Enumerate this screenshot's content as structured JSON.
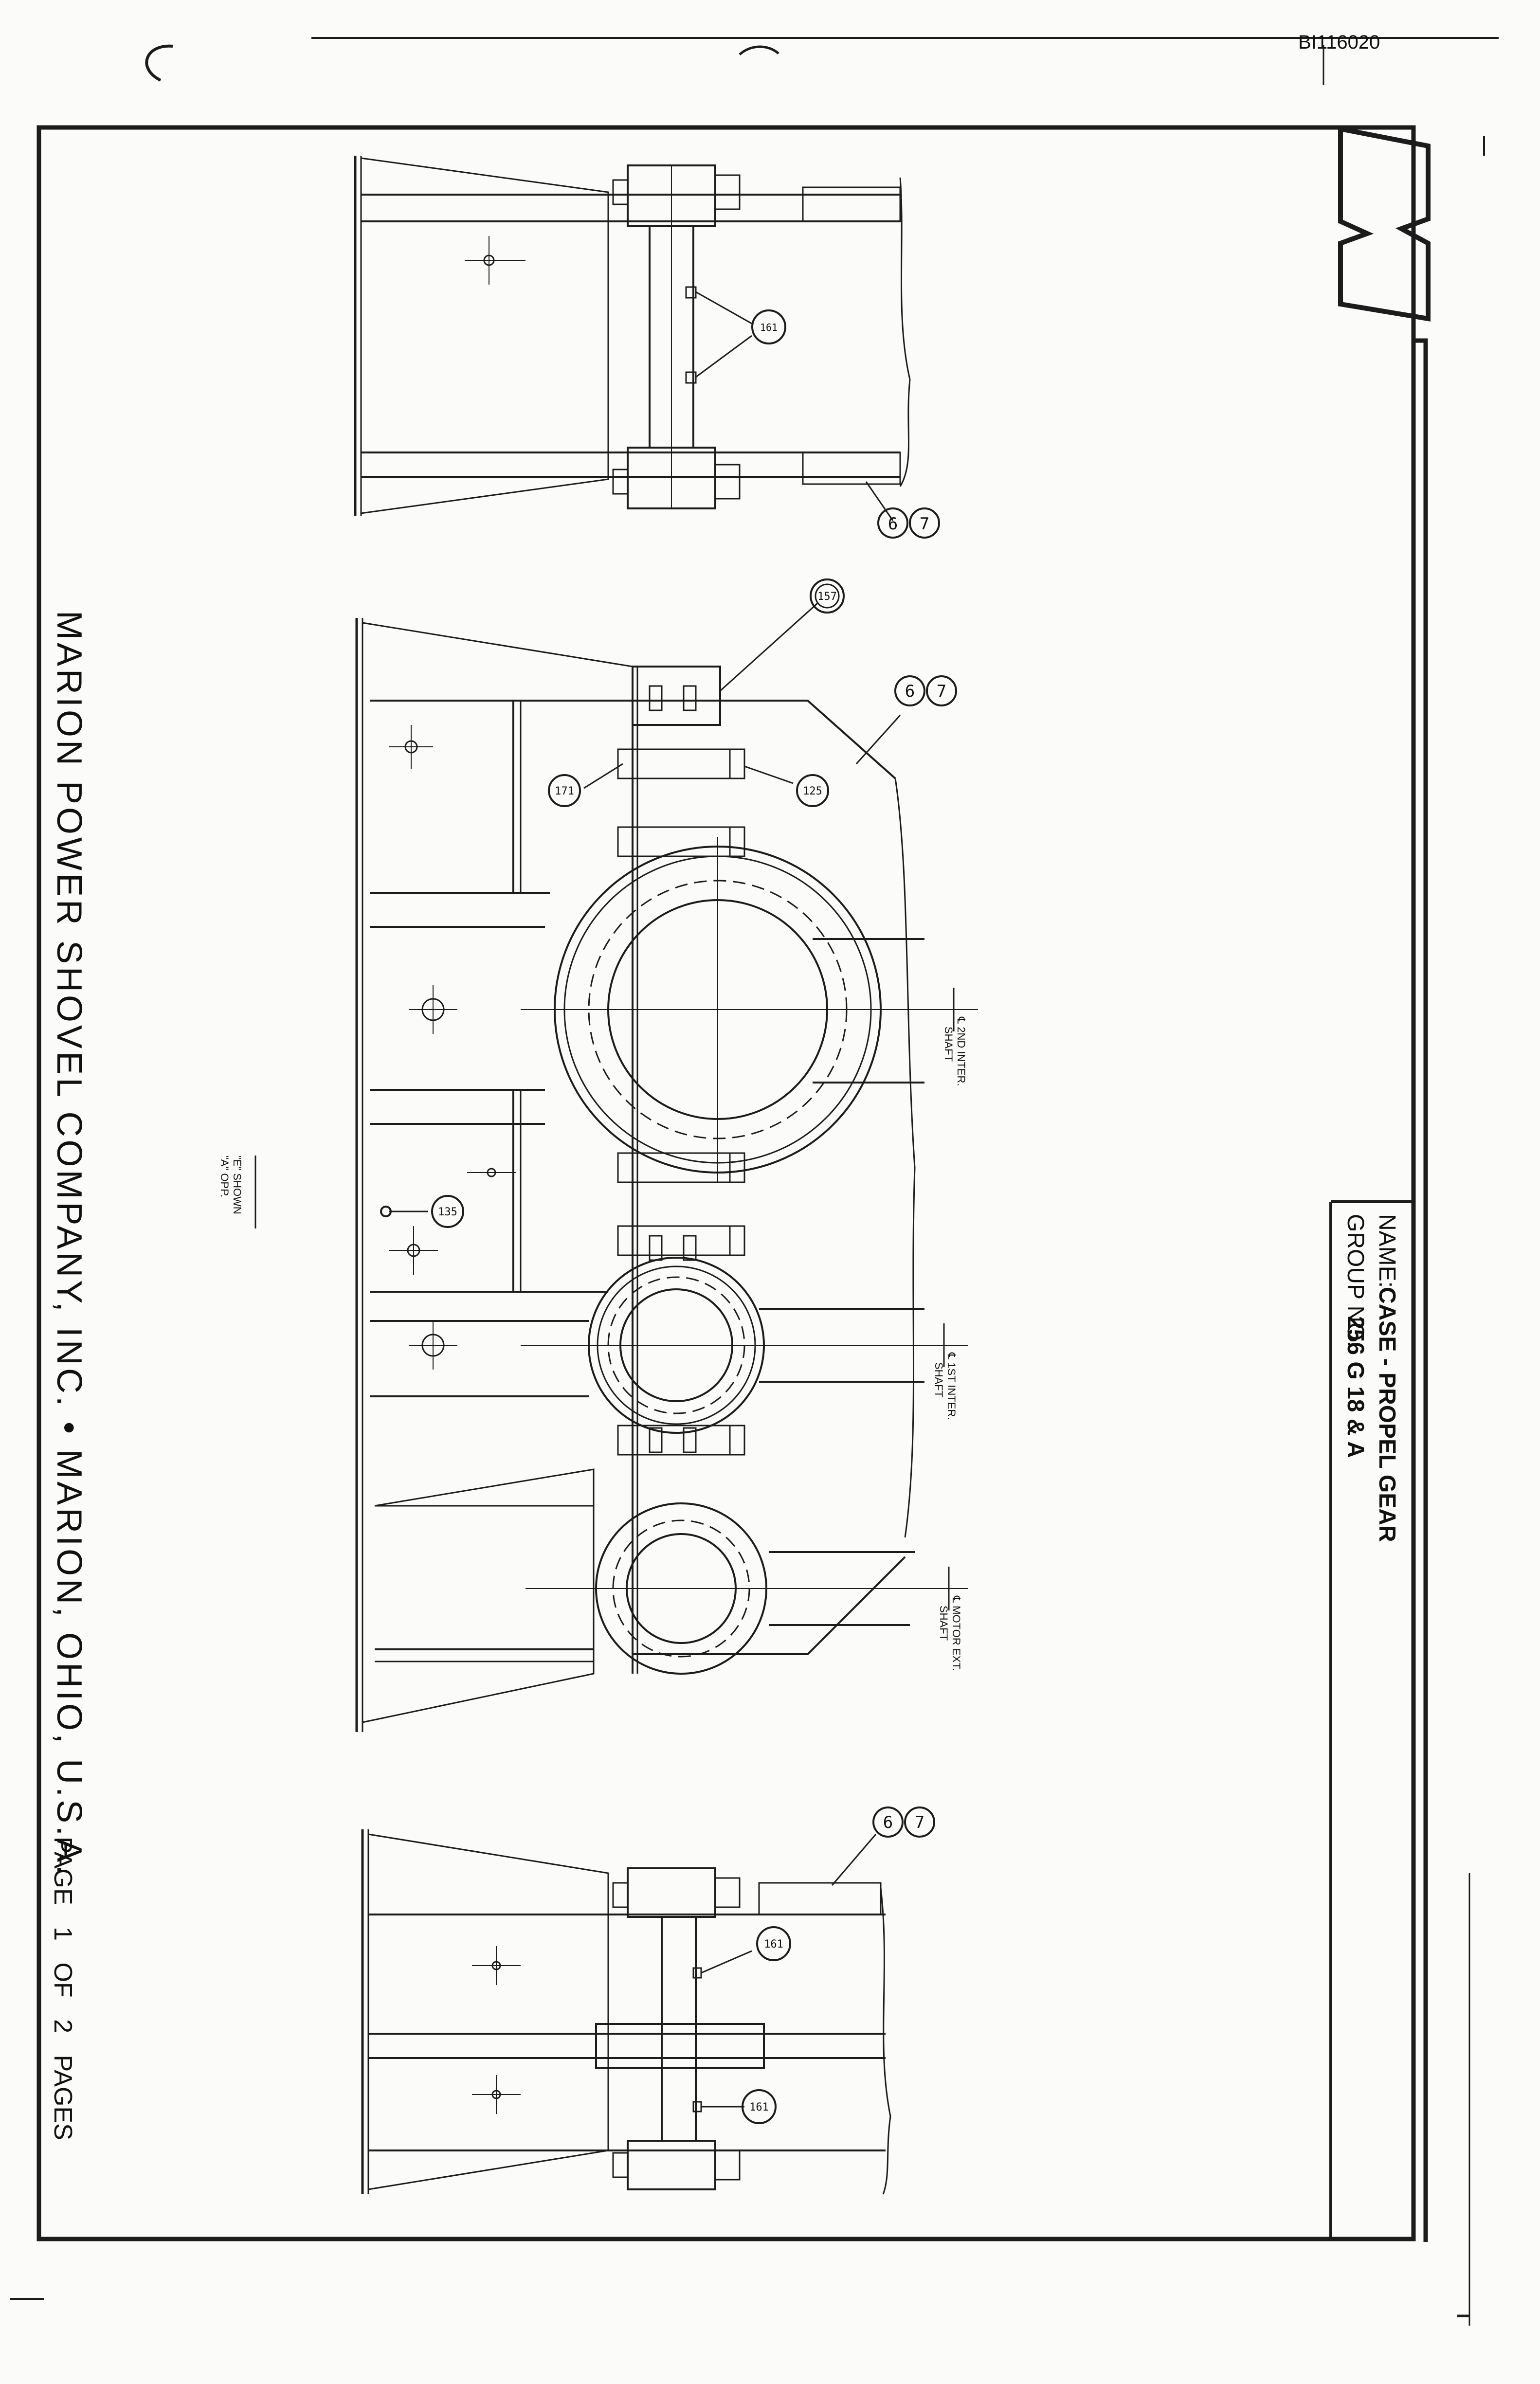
{
  "doc_id": "BI116020",
  "title_block": {
    "name_label": "NAME:",
    "name_value": "CASE - PROPEL GEAR",
    "group_label": "GROUP NO.",
    "group_value": "256 G 18 & A"
  },
  "company": "MARION POWER SHOVEL COMPANY, INC. • MARION, OHIO, U.S.A.",
  "page_indicator": "PAGE 1 OF 2 PAGES",
  "drawing_note": {
    "line1": "\"E\" SHOWN",
    "line2": "\"A\" OPP."
  },
  "shaft_labels": {
    "second_inter": [
      "℄ 2ND INTER.",
      "SHAFT"
    ],
    "first_inter": [
      "℄ 1ST INTER.",
      "SHAFT"
    ],
    "motor_ext": [
      "℄ MOTOR EXT.",
      "SHAFT"
    ]
  },
  "callouts": {
    "top_view_7": "7",
    "top_view_6": "6",
    "top_view_161": "161",
    "main_157": "157",
    "main_7": "7",
    "main_6": "6",
    "main_171": "171",
    "main_125": "125",
    "main_135": "135",
    "bottom_view_7": "7",
    "bottom_view_6": "6",
    "bottom_view_161a": "161",
    "bottom_view_161b": "161"
  }
}
